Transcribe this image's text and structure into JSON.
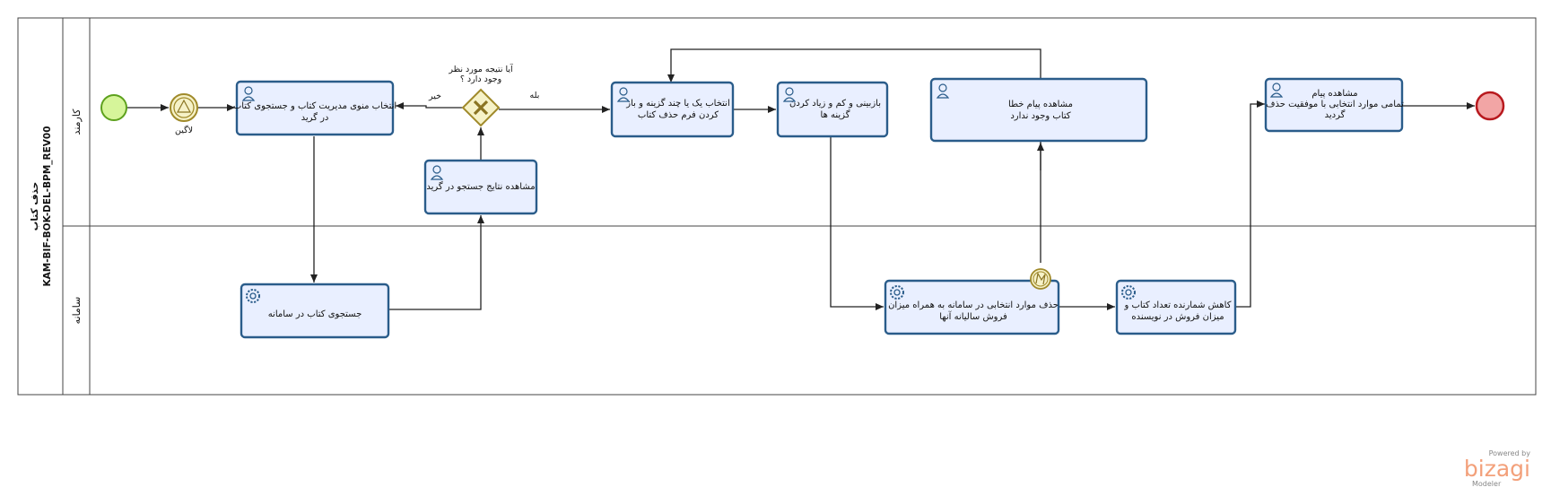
{
  "pool": {
    "name": "حذف کتاب",
    "code": "KAM-BIF-BOK-DEL-BPM_REV00"
  },
  "lanes": [
    "کارمند",
    "سامانه"
  ],
  "events": {
    "start": "",
    "login": "لاگین",
    "end": ""
  },
  "gateway": {
    "question_line1": "آیا نتیجه مورد نظر",
    "question_line2": "وجود دارد ؟",
    "no_label": "خیر",
    "yes_label": "بله"
  },
  "tasks": {
    "select_menu": [
      "انتخاب منوی مدیریت کتاب و جستجوی کتاب",
      "در گرید"
    ],
    "view_results": [
      "مشاهده نتایج جستجو در گرید"
    ],
    "select_option": [
      "انتخاب یک یا چند گزینه و باز",
      "کردن فرم حذف کتاب"
    ],
    "review_options": [
      "بازبینی و کم و زیاد کردن",
      "گزینه ها"
    ],
    "error_message": [
      "مشاهده پیام خطا",
      "کتاب وجود ندارد"
    ],
    "success_message": [
      "مشاهده پیام",
      "تمامی موارد انتخابی با موفقیت حذف",
      "گردید"
    ],
    "search_system": [
      "جستجوی کتاب در سامانه"
    ],
    "delete_items": [
      "حذف موارد انتخابی در سامانه به همراه میزان",
      "فروش سالیانه آنها"
    ],
    "decrease_counter": [
      "کاهش شمارنده تعداد کتاب و",
      "میزان فروش در نویسنده"
    ]
  },
  "branding": {
    "powered_by": "Powered by",
    "logo": "bizagi",
    "product": "Modeler"
  }
}
